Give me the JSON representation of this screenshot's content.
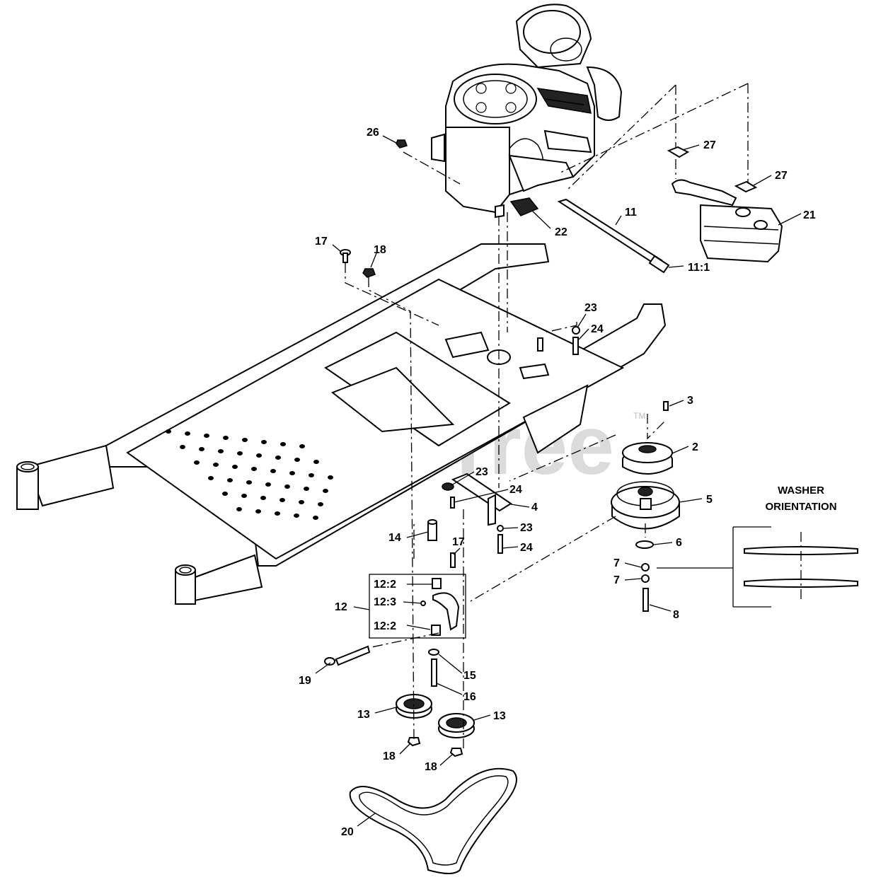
{
  "watermark": {
    "text": "PartsTree",
    "trademark": "TM"
  },
  "washer_orientation": {
    "line1": "WASHER",
    "line2": "ORIENTATION"
  },
  "callouts": {
    "c2": "2",
    "c3": "3",
    "c4": "4",
    "c5": "5",
    "c6": "6",
    "c7a": "7",
    "c7b": "7",
    "c8": "8",
    "c11": "11",
    "c11_1": "11:1",
    "c12": "12",
    "c12_2a": "12:2",
    "c12_3": "12:3",
    "c12_2b": "12:2",
    "c13a": "13",
    "c13b": "13",
    "c14": "14",
    "c15": "15",
    "c16": "16",
    "c17a": "17",
    "c17b": "17",
    "c18a": "18",
    "c18b": "18",
    "c18c": "18",
    "c19": "19",
    "c20": "20",
    "c21": "21",
    "c22": "22",
    "c23a": "23",
    "c23b": "23",
    "c23c": "23",
    "c24a": "24",
    "c24b": "24",
    "c24c": "24",
    "c26": "26",
    "c27a": "27",
    "c27b": "27"
  }
}
